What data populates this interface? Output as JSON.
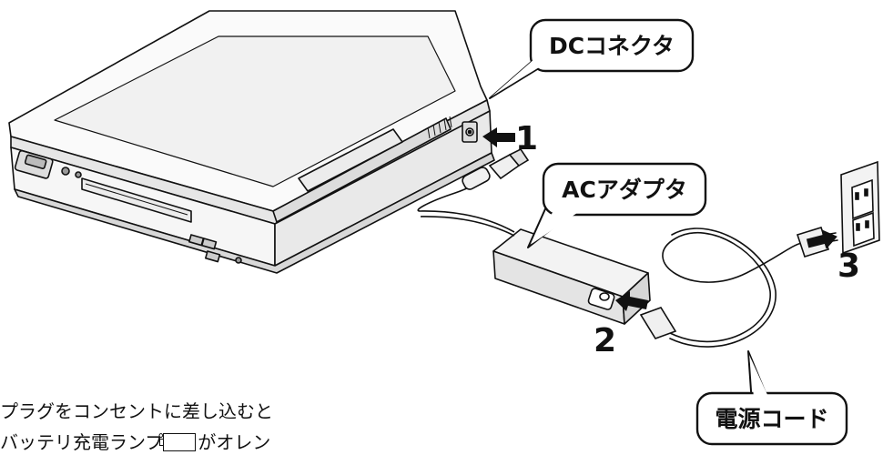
{
  "labels": {
    "dc_connector": "DCコネクタ",
    "ac_adapter": "ACアダプタ",
    "power_cord": "電源コード"
  },
  "steps": [
    "1",
    "2",
    "3"
  ],
  "caption": {
    "line1": "プラグをコンセントに差し込むと",
    "line2_before": "バッテリ充電ランプ",
    "line2_after": "がオレン"
  },
  "colors": {
    "line": "#111111",
    "device_fill": "#ffffff",
    "shade": "#e6e6e6",
    "dark_shade": "#cfcfcf"
  }
}
